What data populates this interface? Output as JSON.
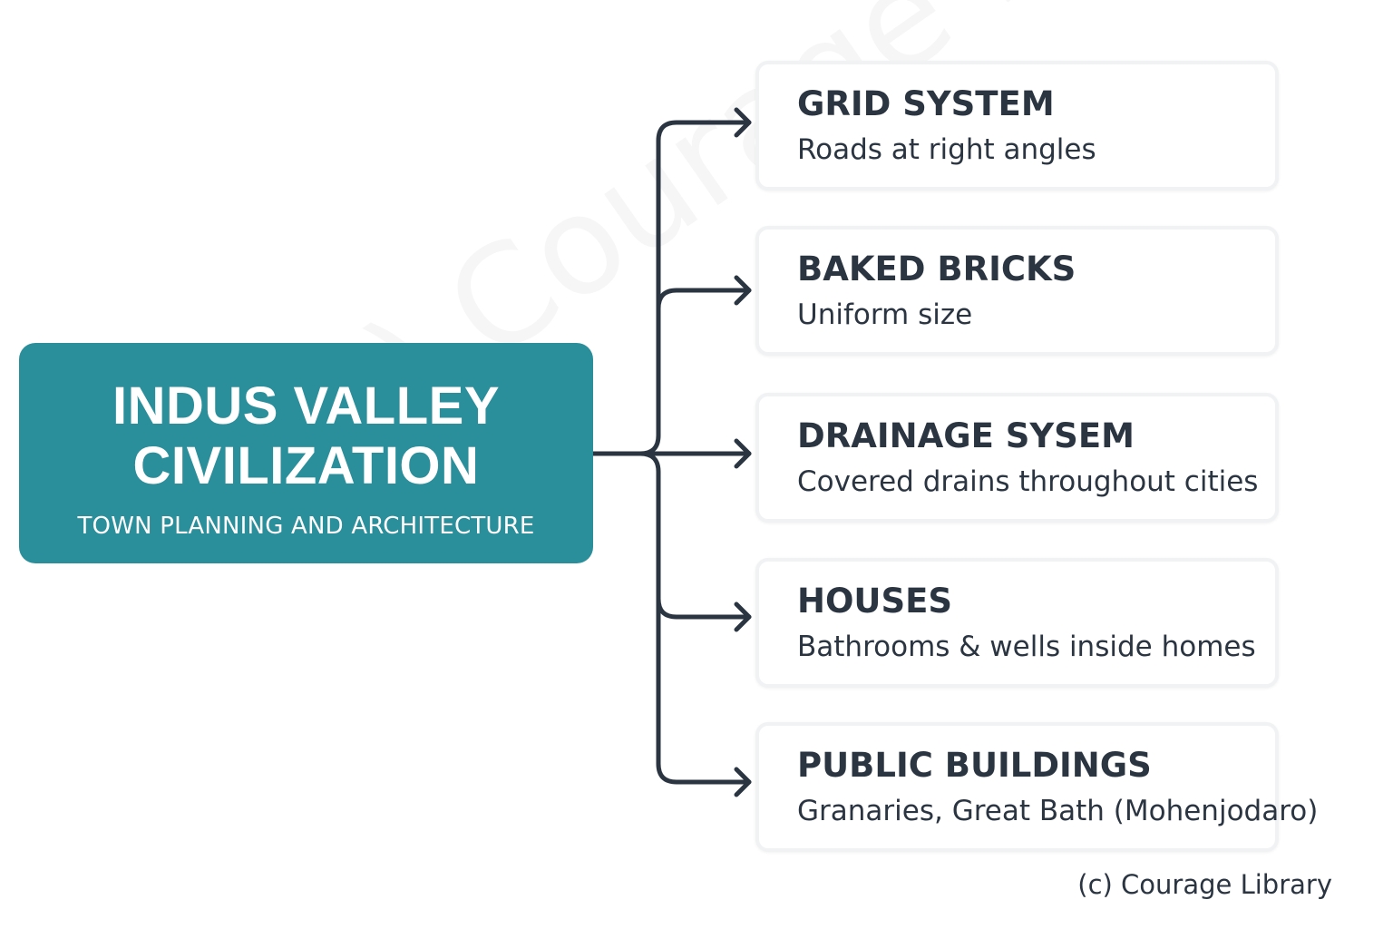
{
  "watermark": "(c) Courage Library",
  "center": {
    "title_line1": "INDUS VALLEY",
    "title_line2": "CIVILIZATION",
    "subtitle": "TOWN PLANNING AND ARCHITECTURE"
  },
  "branches": [
    {
      "title": "GRID SYSTEM",
      "description": "Roads at right angles"
    },
    {
      "title": "BAKED BRICKS",
      "description": "Uniform size"
    },
    {
      "title": "DRAINAGE SYSEM",
      "description": "Covered drains throughout cities"
    },
    {
      "title": "HOUSES",
      "description": "Bathrooms & wells inside homes"
    },
    {
      "title": "PUBLIC BUILDINGS",
      "description": "Granaries, Great Bath (Mohenjodaro)"
    }
  ],
  "copyright": "(c) Courage Library",
  "colors": {
    "center_fill": "#2a8f9b",
    "text_dark": "#2b3542",
    "connector": "#2b3542",
    "card_border": "#f0f2f4"
  }
}
